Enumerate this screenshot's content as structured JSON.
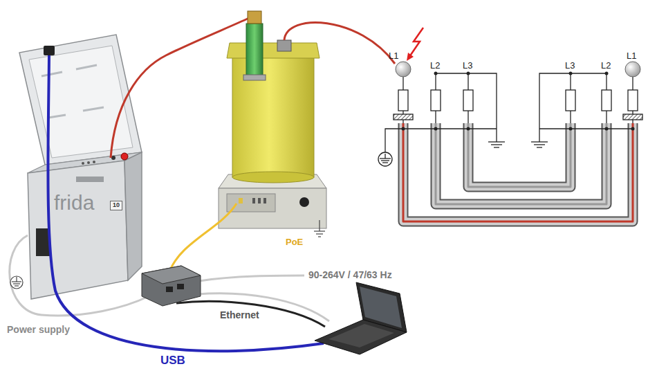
{
  "diagram": {
    "nodes": [
      {
        "text": [
          "frida",
          "10"
        ]
      }
    ],
    "labels": [
      "L1",
      "L2",
      "L3",
      "L3",
      "L2",
      "L1",
      "PoE",
      "90-264V / 47/63 Hz",
      "Ethernet",
      "Power supply",
      "USB"
    ]
  }
}
